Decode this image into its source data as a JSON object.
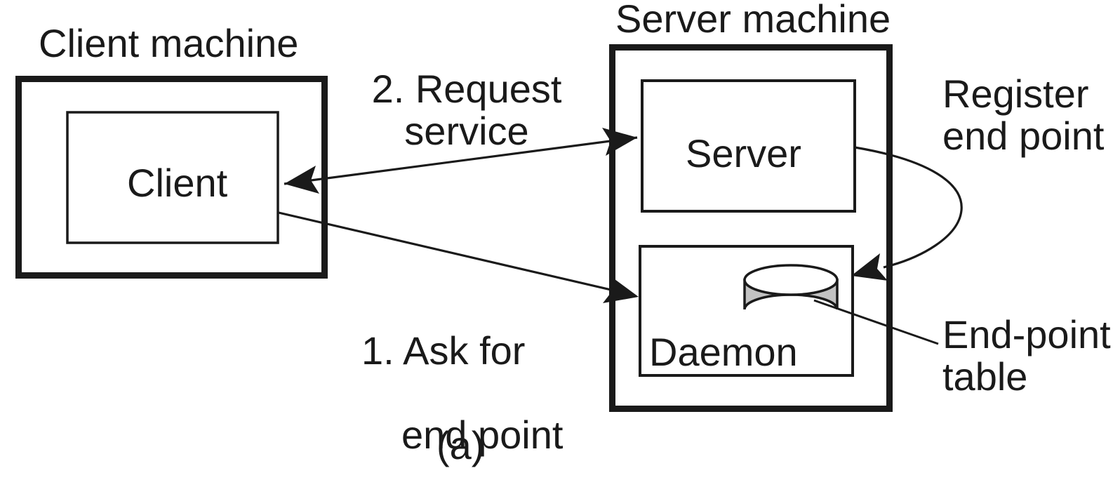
{
  "caption": "(a)",
  "diagram": {
    "client_machine": {
      "title": "Client machine",
      "nodes": [
        {
          "label": "Client"
        }
      ]
    },
    "server_machine": {
      "title": "Server machine",
      "nodes": [
        {
          "label": "Server"
        },
        {
          "label": "Daemon"
        }
      ]
    },
    "labels": {
      "request_service": "2. Request\nservice",
      "ask_for_endpoint": {
        "line1": "1. Ask for",
        "line2": "end point"
      },
      "register_endpoint": "Register\nend point",
      "endpoint_table": "End-point\ntable"
    },
    "edges": [
      {
        "label": "1. Ask for end point",
        "from": "Client",
        "to": "Daemon"
      },
      {
        "label": "2. Request service",
        "between": [
          "Client",
          "Server"
        ]
      },
      {
        "label": "Register end point",
        "from": "Server",
        "to": "End-point table"
      }
    ],
    "colors": {
      "ink": "#1a1a1a",
      "cylinder_fill": "#c2c2c2",
      "background": "#ffffff"
    }
  }
}
